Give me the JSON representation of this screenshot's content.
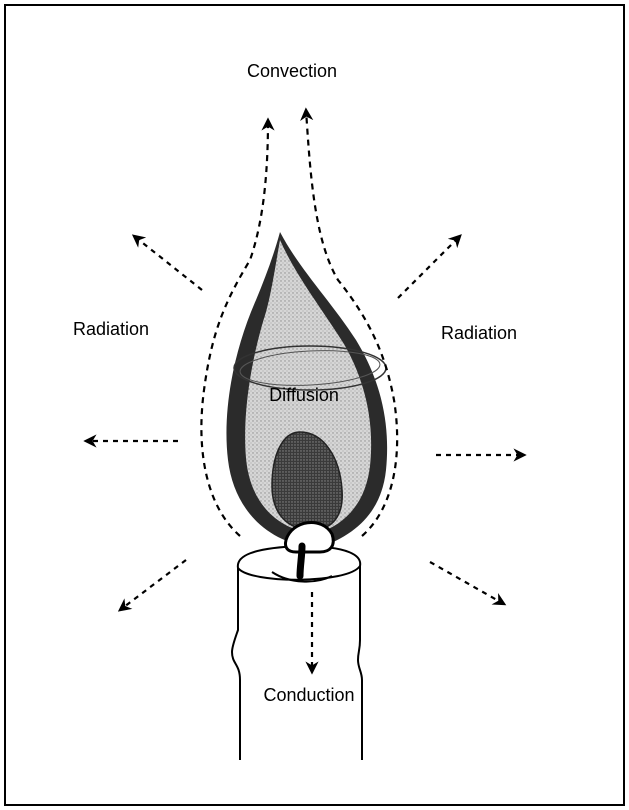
{
  "labels": {
    "convection": "Convection",
    "radiation_left": "Radiation",
    "radiation_right": "Radiation",
    "diffusion": "Diffusion",
    "conduction": "Conduction"
  }
}
